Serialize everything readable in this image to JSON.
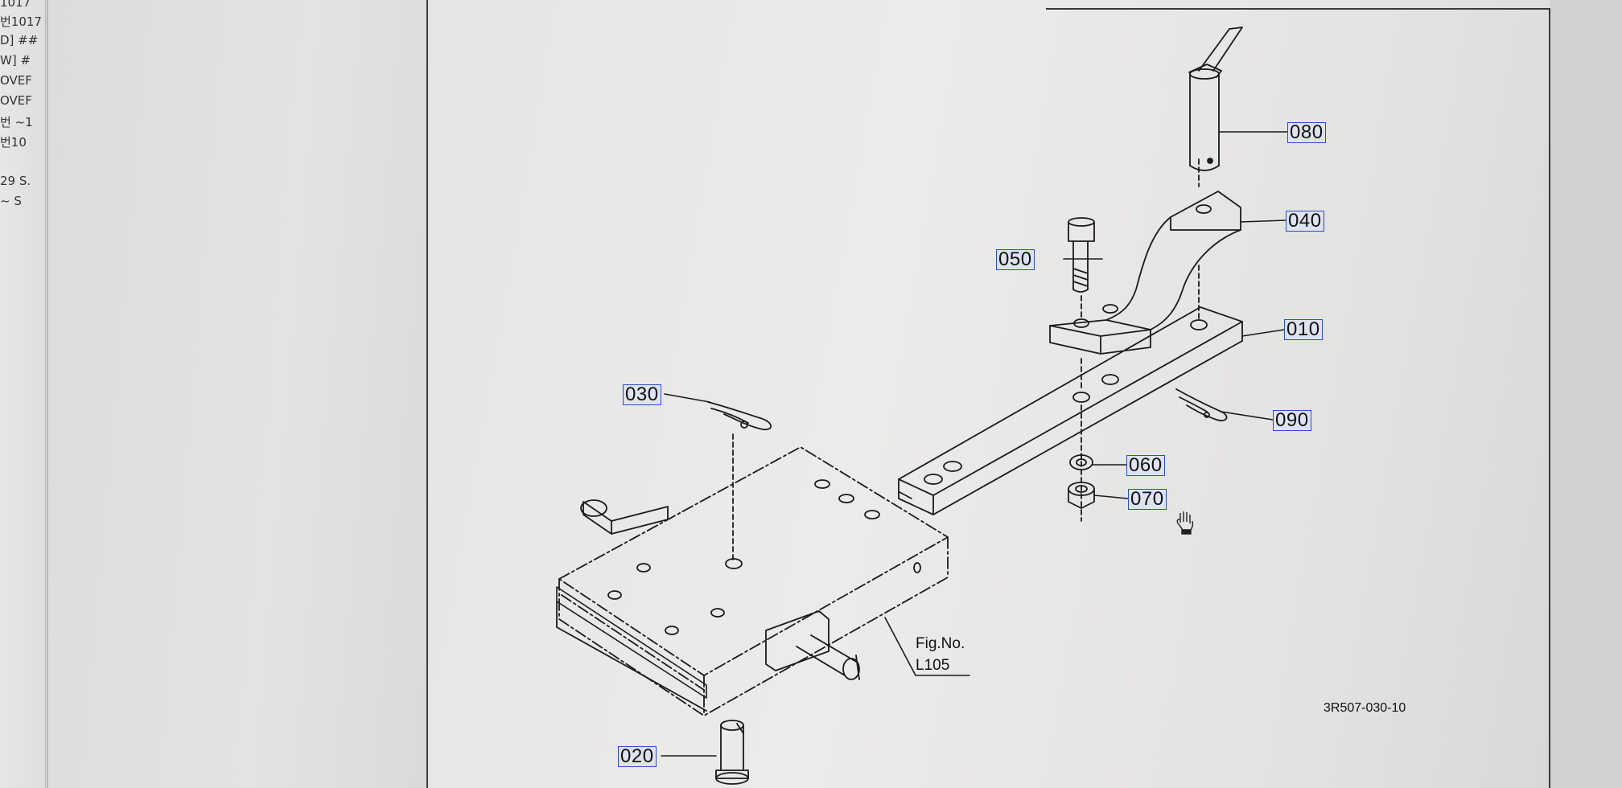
{
  "left_strip": {
    "lines": [
      "1017",
      "번1017",
      "D] ##",
      "W] #",
      "OVEF",
      "OVEF",
      "번 ~1",
      "번10",
      "29 S.",
      "~ S"
    ]
  },
  "diagram": {
    "parts": {
      "p010": "010",
      "p020": "020",
      "p030": "030",
      "p040": "040",
      "p050": "050",
      "p060": "060",
      "p070": "070",
      "p080": "080",
      "p090": "090"
    },
    "fig_ref": {
      "line1": "Fig.No.",
      "line2": "L105"
    },
    "drawing_code": "3R507-030-10"
  },
  "icons": {
    "cursor": "hand-cursor-icon"
  }
}
